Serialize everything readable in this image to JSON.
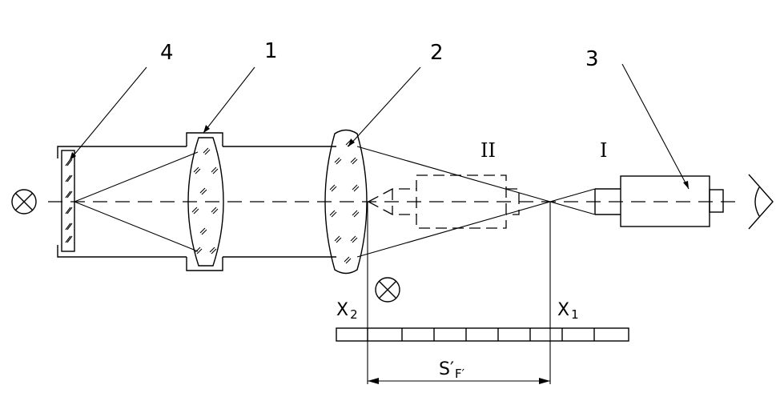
{
  "callouts": {
    "label_4": "4",
    "label_1": "1",
    "label_2": "2",
    "label_3": "3"
  },
  "positions": {
    "label_I": "I",
    "label_II": "II"
  },
  "scale": {
    "x1_main": "X",
    "x1_sub": "1",
    "x2_main": "X",
    "x2_sub": "2",
    "distance_main": "S",
    "distance_prime": "′",
    "distance_sub": "F′"
  }
}
